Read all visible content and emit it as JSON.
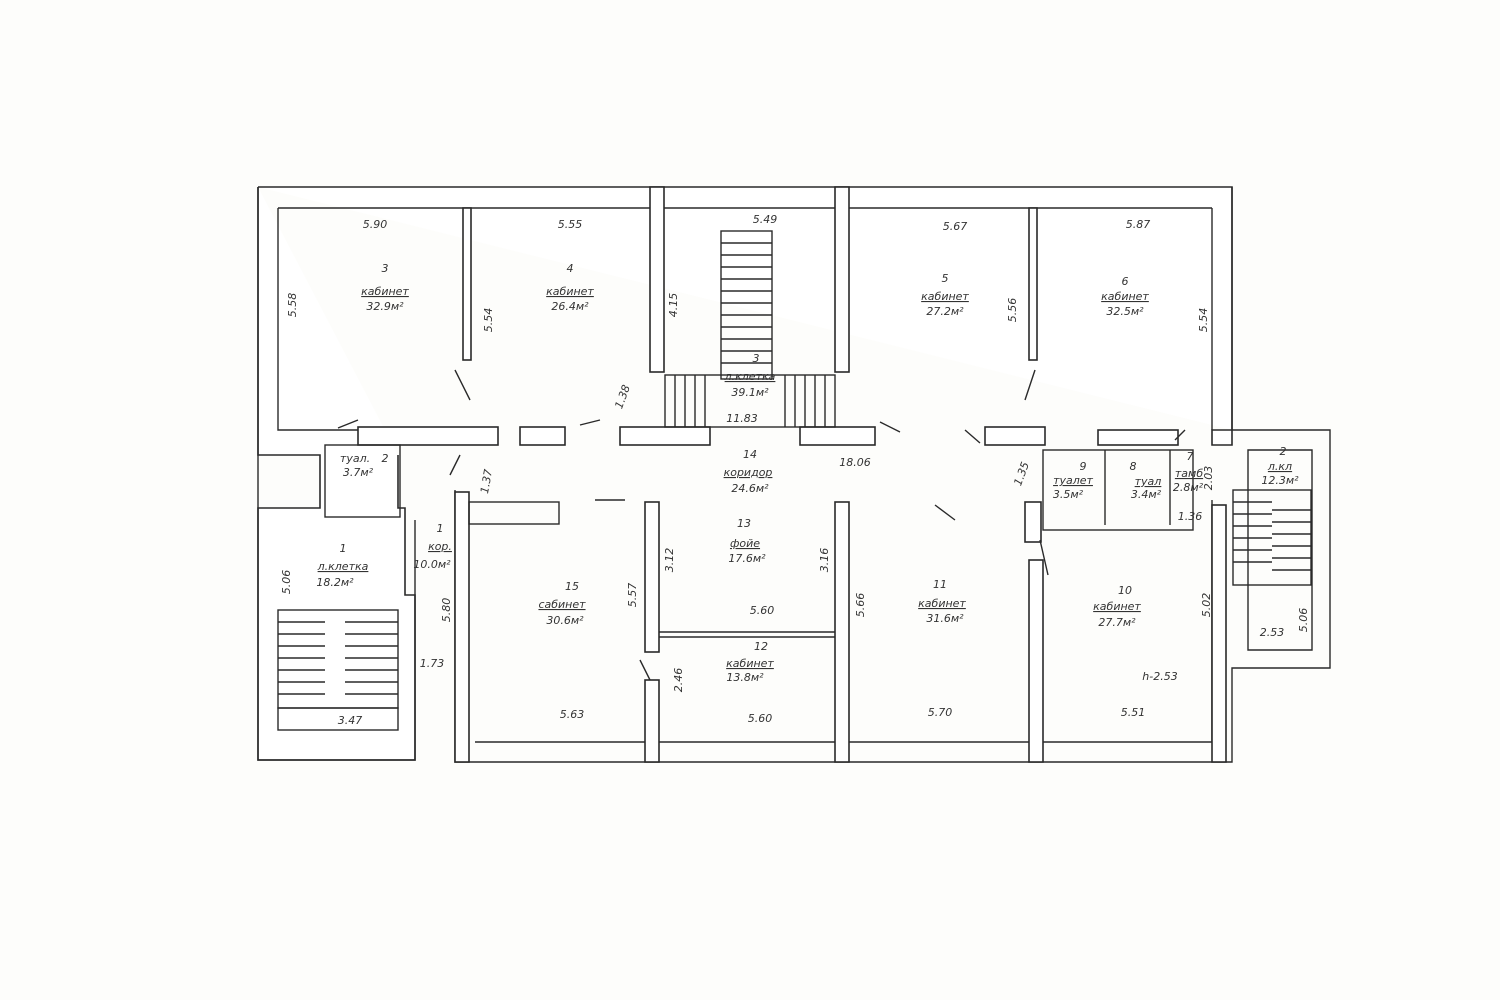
{
  "rooms": [
    {
      "num": "3",
      "name": "кабинет",
      "area": "32.9м²",
      "dims": [
        "5.90",
        "5.58"
      ]
    },
    {
      "num": "4",
      "name": "кабинет",
      "area": "26.4м²",
      "dims": [
        "5.55",
        "5.54"
      ]
    },
    {
      "num": "3",
      "name": "л.клетка",
      "area": "39.1м²",
      "dims": [
        "5.49",
        "4.15",
        "11.83",
        "1.38"
      ]
    },
    {
      "num": "5",
      "name": "кабинет",
      "area": "27.2м²",
      "dims": [
        "5.67",
        "5.56"
      ]
    },
    {
      "num": "6",
      "name": "кабинет",
      "area": "32.5м²",
      "dims": [
        "5.87",
        "5.54"
      ]
    },
    {
      "num": "2",
      "name": "туал.",
      "area": "3.7м²"
    },
    {
      "num": "1",
      "name": "л.клетка",
      "area": "18.2м²",
      "dims": [
        "5.06",
        "3.47"
      ]
    },
    {
      "num": "1",
      "name": "кор.",
      "area": "10.0м²",
      "dims": [
        "5.80",
        "1.73",
        "1.37"
      ]
    },
    {
      "num": "14",
      "name": "коридор",
      "area": "24.6м²",
      "dims": [
        "18.06"
      ]
    },
    {
      "num": "13",
      "name": "фойе",
      "area": "17.6м²",
      "dims": [
        "3.12",
        "3.16",
        "5.60"
      ]
    },
    {
      "num": "15",
      "name": "сабинет",
      "area": "30.6м²",
      "dims": [
        "5.57",
        "5.63"
      ]
    },
    {
      "num": "12",
      "name": "кабинет",
      "area": "13.8м²",
      "dims": [
        "2.46",
        "5.60"
      ]
    },
    {
      "num": "11",
      "name": "кабинет",
      "area": "31.6м²",
      "dims": [
        "5.66",
        "5.70"
      ]
    },
    {
      "num": "10",
      "name": "кабинет",
      "area": "27.7м²",
      "dims": [
        "5.02",
        "5.51",
        "h-2.53"
      ]
    },
    {
      "num": "9",
      "name": "туалет",
      "area": "3.5м²",
      "dims": [
        "1.35"
      ]
    },
    {
      "num": "8",
      "name": "туал",
      "area": "3.4м²"
    },
    {
      "num": "7",
      "name": "тамб",
      "area": "2.8м²",
      "dims": [
        "2.03",
        "1.36"
      ]
    },
    {
      "num": "2",
      "name": "л.кл",
      "area": "12.3м²",
      "dims": [
        "2.53",
        "5.06"
      ]
    }
  ]
}
